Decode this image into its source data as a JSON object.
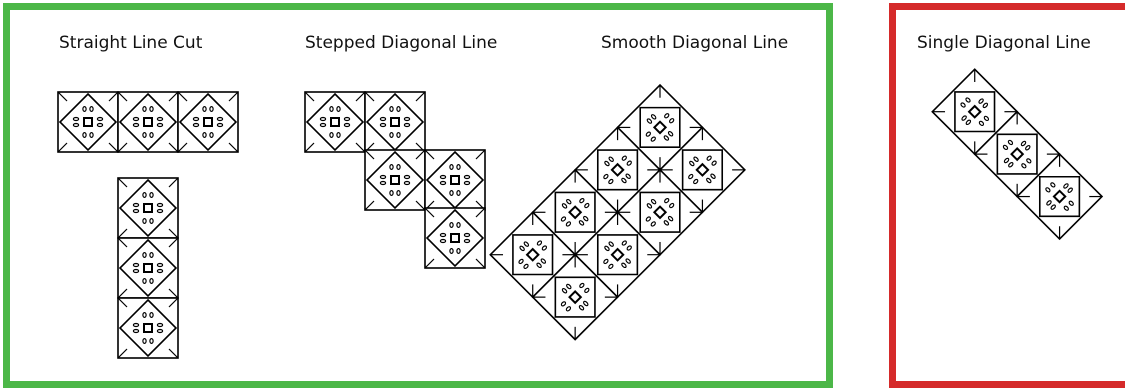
{
  "panels": {
    "good": {
      "border_color": "#4cb748",
      "labels": [
        "Straight Line Cut",
        "Stepped Diagonal Line",
        "Smooth Diagonal Line"
      ]
    },
    "bad": {
      "border_color": "#d52a2a",
      "labels": [
        "Single Diagonal Line"
      ]
    }
  },
  "motif": {
    "name": "ornate-tile-icon",
    "stroke_color": "#000000"
  }
}
